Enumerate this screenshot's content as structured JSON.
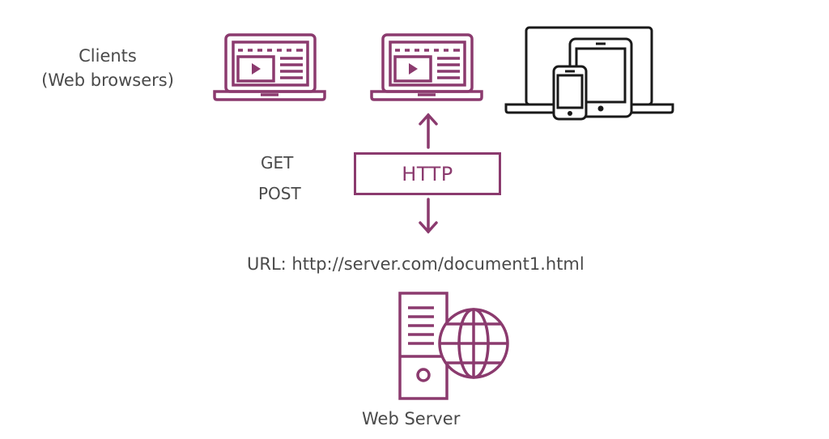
{
  "clients": {
    "line1": "Clients",
    "line2": "(Web browsers)"
  },
  "methods": {
    "get": "GET",
    "post": "POST"
  },
  "protocol": {
    "label": "HTTP"
  },
  "url": {
    "text": "URL: http://server.com/document1.html"
  },
  "server": {
    "label": "Web Server"
  },
  "colors": {
    "accent": "#8b3a6e",
    "text": "#4a4a4a",
    "device_outline": "#1a1a1a"
  },
  "icons": [
    "laptop-icon",
    "laptop-icon",
    "multi-device-icon",
    "arrow-up-icon",
    "arrow-down-icon",
    "server-tower-icon",
    "globe-icon"
  ]
}
